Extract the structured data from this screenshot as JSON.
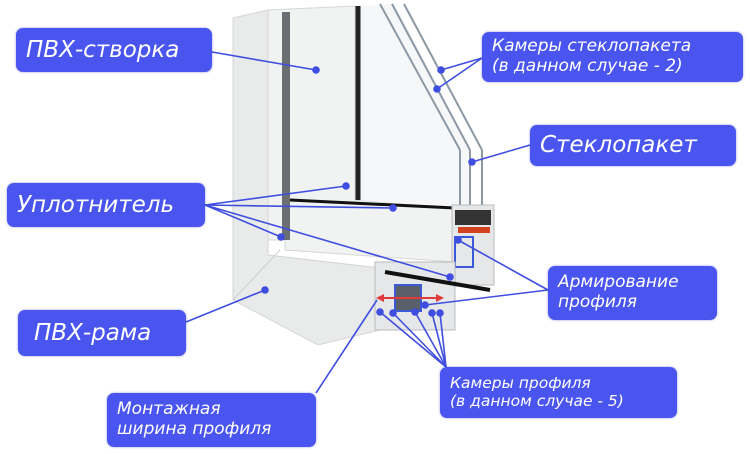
{
  "labels": {
    "sash": "ПВХ-створка",
    "seal": "Уплотнитель",
    "frame": "ПВХ-рама",
    "install_width_1": "Монтажная",
    "install_width_2": "ширина профиля",
    "glass_chambers_1": "Камеры стеклопакета",
    "glass_chambers_2": "(в данном случае - 2)",
    "glass_unit": "Стеклопакет",
    "reinforcement_1": "Армирование",
    "reinforcement_2": "профиля",
    "profile_chambers_1": "Камеры профиля",
    "profile_chambers_2": "(в данном случае - 5)"
  },
  "colors": {
    "label_bg": "#4a55ef",
    "leader": "#3f4ee0",
    "arrow": "#e03a3a"
  }
}
